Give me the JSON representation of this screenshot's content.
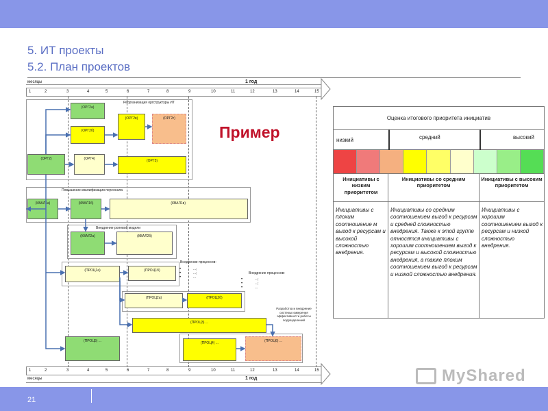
{
  "slide": {
    "title1": "5. ИТ проекты",
    "title2": "5.2. План проектов",
    "page_number": "21",
    "example": "Пример"
  },
  "timeline": {
    "months_label": "месяцы",
    "year_label": "1 год",
    "months": [
      "1",
      "2",
      "3",
      "4",
      "5",
      "6",
      "7",
      "8",
      "9",
      "10",
      "11",
      "12",
      "13",
      "14",
      "15"
    ]
  },
  "groups": {
    "org": "Реорганизация оргструктуры ИТ",
    "qual": "Повышение квалификации персонала",
    "role": "Внедрение ролевой модели",
    "proc1": "Внедрение процессов:",
    "proc2": "Внедрение процессов:",
    "system": "Разработка и внедрение системы измерения эффективности работы подразделений"
  },
  "boxes": {
    "org2a": "(ОРГ2а)",
    "org2b": "(ОРГ2б)",
    "org2v": "(ОРГ2в)",
    "org2g": "(ОРГ2г)",
    "org2": "(ОРГ2)",
    "org2i": "(ОРГ4)",
    "org5": "(ОРГ5)",
    "kv1a": "(КВАЛ1а)",
    "kv1b": "(КВАЛ1б)",
    "kv1v": "(КВАЛ1в)",
    "kv2a": "(КВАЛ2а)",
    "kv2b": "(КВАЛ2б)",
    "pr1a": "(ПРОЦ1а)",
    "pr1b": "(ПРОЦ1б)",
    "pr2a": "(ПРОЦ2а)",
    "pr2b": "(ПРОЦ2б)",
    "pr3": "(ПРОЦ3) ...",
    "pr5": "(ПРОЦ5) ...",
    "pr4": "(ПРОЦ4) ...",
    "pr6": "(ПРОЦ6) ...",
    "dots": "..."
  },
  "priority_table": {
    "title": "Оценка итогового приоритета инициатив",
    "low": "низкий",
    "medium": "средний",
    "high": "высокий",
    "colors": [
      "#ee4444",
      "#f07a7a",
      "#f5b080",
      "#ffff00",
      "#ffff66",
      "#ffffcc",
      "#ccffcc",
      "#99ee88",
      "#55dd55"
    ],
    "col_heads": [
      "Инициативы с низким приоритетом",
      "Инициативы со средним приоритетом",
      "Инициативы с высоким приоритетом"
    ],
    "col_texts": [
      "Инициативы с плохим соотношение м выгод к ресурсам и высокой сложностью внедрения.",
      "Инициативы со средним соотношением выгод к ресурсам и средней сложностью внедрения. Также к этой группе относятся инициативы с хорошим соотношением выгод к ресурсам и высокой сложностью внедрения, а также плохим соотношением выгод к ресурсам и низкой сложностью внедрения.",
      "Инициативы с хорошим соотношением выгод к ресурсам и низкой сложностью внедрения."
    ]
  },
  "watermark": "MyShared"
}
